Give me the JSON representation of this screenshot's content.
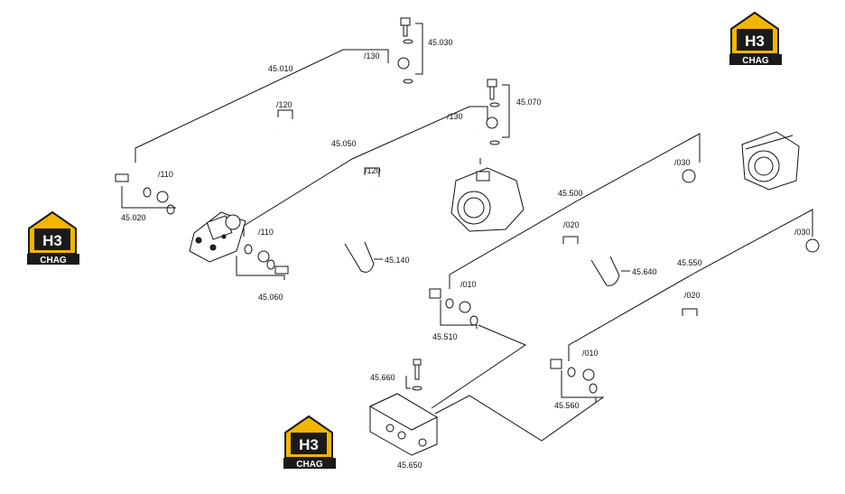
{
  "brand": {
    "logo_main": "H3",
    "logo_sub": "CHAG",
    "colors": {
      "yellow": "#f2b600",
      "dark": "#1a1a1a",
      "white": "#ffffff"
    }
  },
  "labels": {
    "l45010": "45.010",
    "l45020": "45.020",
    "l45030": "45.030",
    "l45050": "45.050",
    "l45060": "45.060",
    "l45070": "45.070",
    "l45140": "45.140",
    "l45500": "45.500",
    "l45510": "45.510",
    "l45550": "45.550",
    "l45560": "45.560",
    "l45640": "45.640",
    "l45650": "45.650",
    "l45660": "45.660",
    "a110": "/110",
    "a120": "/120",
    "a130": "/130",
    "b110": "/110",
    "b120": "/120",
    "b130": "/130",
    "c010": "/010",
    "c020": "/020",
    "c030": "/030",
    "d010": "/010",
    "d020": "/020",
    "d030": "/030"
  }
}
